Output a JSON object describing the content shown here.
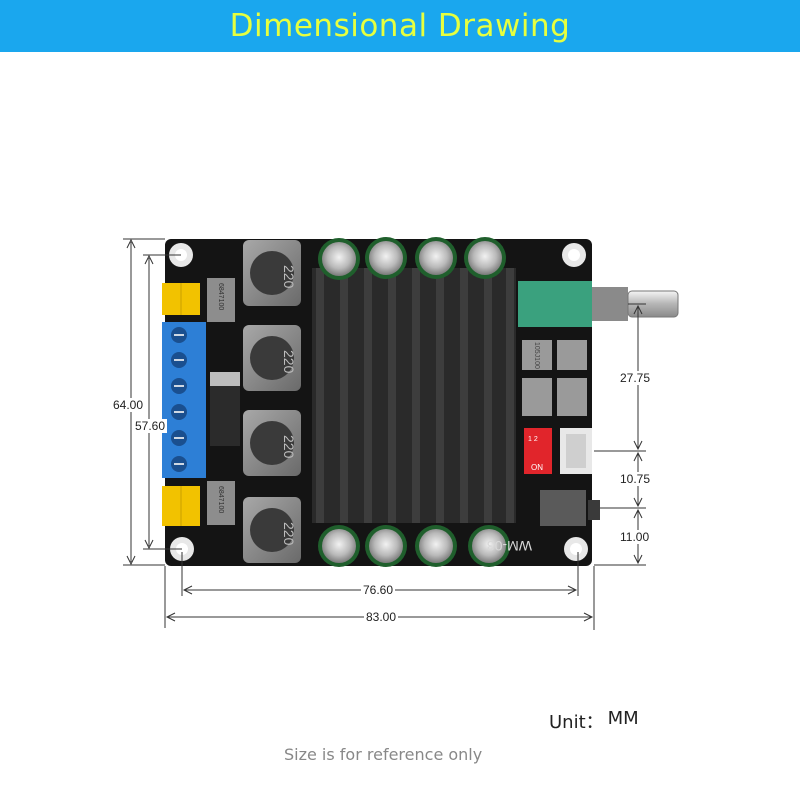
{
  "header": {
    "title": "Dimensional Drawing"
  },
  "dimensions": {
    "height_total": "64.00",
    "hole_pitch_vertical": "57.60",
    "knob_from_center": "27.75",
    "port_spacing": "10.75",
    "port_from_bottom": "11.00",
    "hole_pitch_horizontal": "76.60",
    "width_total": "83.00"
  },
  "board": {
    "inductor_marking": "220",
    "model_marking": "WM-03",
    "dip_switch_marking": "ON",
    "dip_switch_numbers": "1 2",
    "chip_marking": "6847100",
    "resistor_marking": "105J100"
  },
  "footer": {
    "unit_label": "Unit：",
    "unit_value": "MM",
    "note": "Size is for reference only"
  },
  "colors": {
    "banner": "#1aa7ee",
    "banner_text": "#e6ff3f",
    "pcb": "#141414",
    "terminal_blue": "#2d7fd6",
    "jumper_yellow": "#f2c200",
    "potentiometer_green": "#3aa17e"
  }
}
